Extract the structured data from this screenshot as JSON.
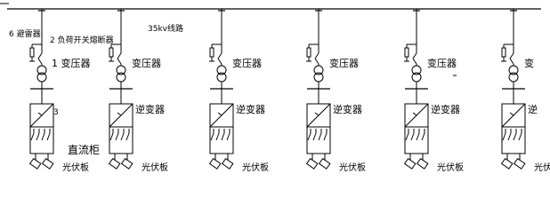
{
  "diagram": {
    "line_label": "35kv线路",
    "annotations": {
      "arrester": "6 避雷器",
      "load_switch": "2 负荷开关熔断器",
      "transformer_numbered": "1 变压器",
      "inverter_number": "3",
      "dc_cabinet": "直流柜"
    },
    "units": [
      {
        "transformer": "",
        "inverter": "",
        "pv": "光伏板"
      },
      {
        "transformer": "变压器",
        "inverter": "逆变器",
        "pv": "光伏板"
      },
      {
        "transformer": "变压器",
        "inverter": "逆变器",
        "pv": "光伏板"
      },
      {
        "transformer": "变压器",
        "inverter": "逆变器",
        "pv": "光伏板"
      },
      {
        "transformer": "变压器",
        "inverter": "逆变器",
        "pv": "光伏板"
      },
      {
        "transformer": "变",
        "inverter": "逆",
        "pv": "光伏板"
      }
    ],
    "colors": {
      "stroke": "#000000",
      "background": "#ffffff"
    }
  }
}
